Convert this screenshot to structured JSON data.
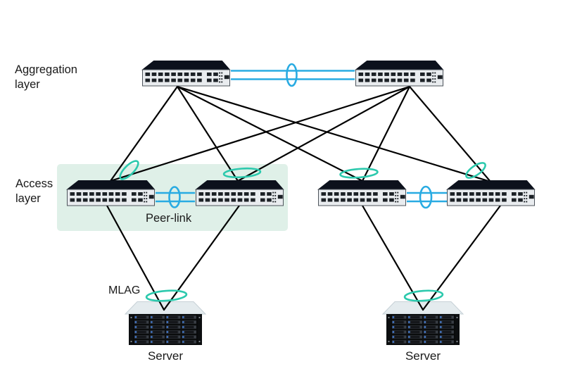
{
  "diagram": {
    "type": "network-topology",
    "labels": {
      "aggregation_layer": {
        "line1": "Aggregation",
        "line2": "layer"
      },
      "access_layer": {
        "line1": "Access",
        "line2": "layer"
      },
      "peer_link": "Peer-link",
      "mlag": "MLAG",
      "server_left": "Server",
      "server_right": "Server"
    },
    "colors": {
      "link_cyan": "#29abe2",
      "lag_teal": "#2cc9ad",
      "access_zone_bg": "#dff0e8",
      "line_black": "#000000"
    },
    "nodes": {
      "aggregation_switches": 2,
      "access_switches": 4,
      "servers": 2
    },
    "icons": {
      "switch": "switch-icon",
      "server": "server-icon",
      "lag": "lag-ellipse-icon"
    }
  }
}
